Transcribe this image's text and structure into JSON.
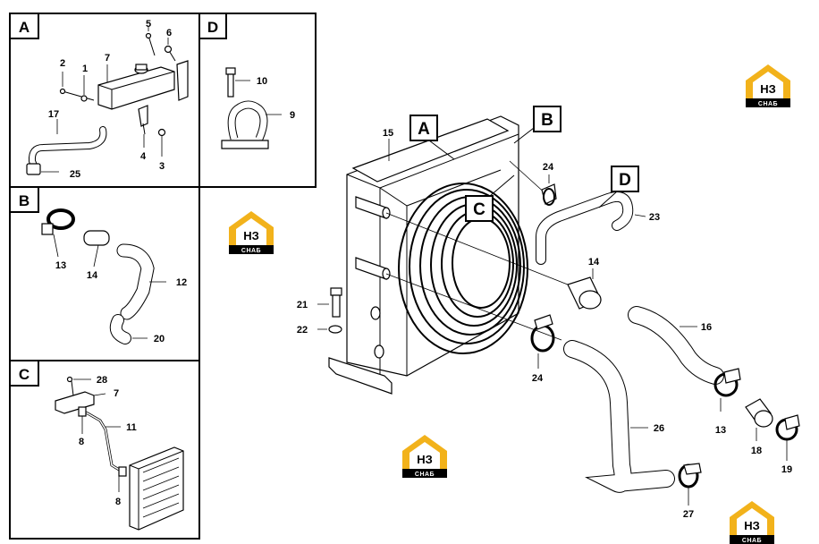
{
  "panels": [
    {
      "letter": "A",
      "labels": [
        "5",
        "6",
        "2",
        "1",
        "7",
        "17",
        "4",
        "3",
        "25"
      ]
    },
    {
      "letter": "D",
      "labels": [
        "10",
        "9"
      ]
    },
    {
      "letter": "B",
      "labels": [
        "13",
        "14",
        "12",
        "20"
      ]
    },
    {
      "letter": "C",
      "labels": [
        "28",
        "7",
        "11",
        "8",
        "8"
      ]
    }
  ],
  "main": {
    "callouts": [
      "A",
      "B",
      "C",
      "D"
    ],
    "labels": [
      "15",
      "24",
      "23",
      "14",
      "16",
      "21",
      "22",
      "24",
      "26",
      "13",
      "18",
      "19",
      "27"
    ]
  },
  "watermark": {
    "top": "НЗ",
    "bottom": "СНАБ",
    "color": "#f2b21b"
  }
}
